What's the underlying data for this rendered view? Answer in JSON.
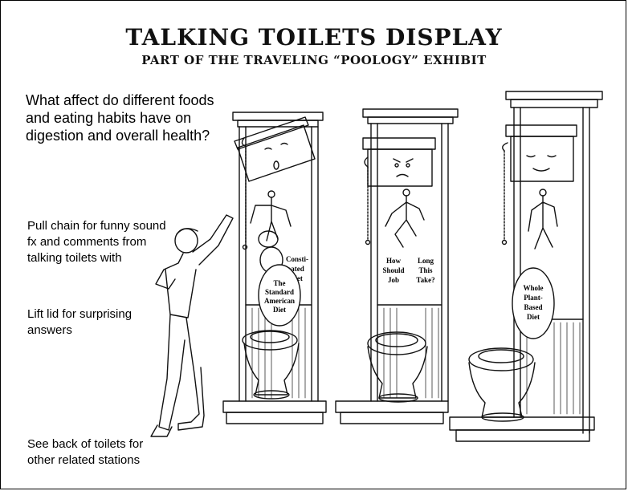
{
  "header": {
    "title": "Talking Toilets Display",
    "subtitle": "Part of the Traveling “Poology” Exhibit"
  },
  "question": "What affect do different foods and eating habits have on digestion and overall health?",
  "instructions": {
    "pull_chain": "Pull chain for funny sound fx and comments from talking toilets with",
    "lift_lid": "Lift lid for surprising answers",
    "see_back": "See back of toilets for other related stations"
  },
  "toilets": [
    {
      "sign_lines": [
        "Consti-",
        "pated",
        "Toilet"
      ],
      "oval_lines": [
        "The",
        "Standard",
        "American",
        "Diet"
      ]
    },
    {
      "sign_lines": [
        "How",
        "Should",
        "Job",
        "Long",
        "This",
        "Take?"
      ]
    },
    {
      "oval_lines": [
        "Whole",
        "Plant-",
        "Based",
        "Diet"
      ]
    }
  ],
  "colors": {
    "line": "#111111",
    "background": "#ffffff"
  }
}
